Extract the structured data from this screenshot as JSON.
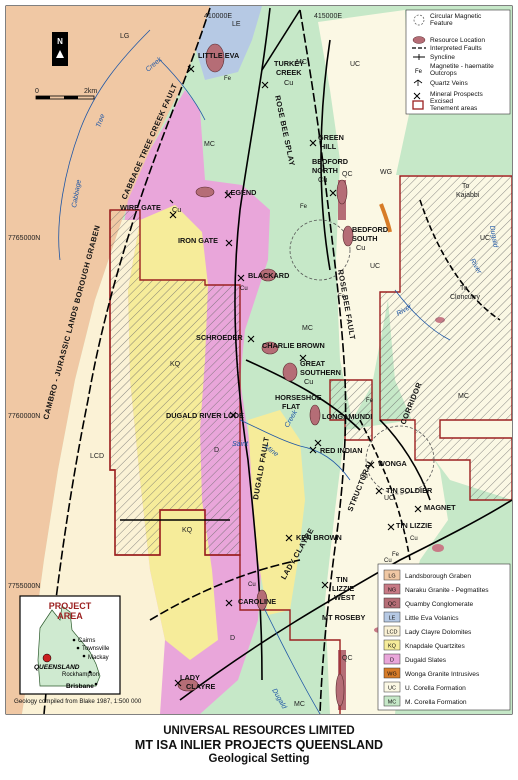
{
  "colors": {
    "LG": "#f0c8a4",
    "NG": "#c87a86",
    "QC": "#b56d76",
    "LE": "#b6c9e4",
    "LCD": "#fbf2d6",
    "KQ": "#f6ec9a",
    "D": "#e9a6da",
    "WG": "#d77c28",
    "UC": "#fbf8e4",
    "MC": "#c6e8c8",
    "tenement": "#9b2020",
    "fault": "#000000"
  },
  "scale": {
    "zero": "0",
    "two": "2km"
  },
  "north_label": "N",
  "coords": {
    "e410": "410000E",
    "e415": "415000E",
    "n7765": "7765000N",
    "n7760": "7760000N",
    "n7755": "7755000N"
  },
  "faults": {
    "cabbage": "CABBAGE TREE CREEK FAULT",
    "cambro": "CAMBRO - JURASSIC LANDS BOROUGH GRABEN",
    "rosebee1": "ROSE BEE SPLAY",
    "rosebee2": "ROSE BEE FAULT",
    "dugald": "DUGALD FAULT",
    "corridor": "CORRIDOR",
    "structural": "STRUCTURAL",
    "ladyclayre": "LADY CLAYRE"
  },
  "water": {
    "creek": "Creek",
    "tree": "Tree",
    "cabbage": "Cabbage",
    "dugald": "Dugald",
    "river": "River",
    "saint": "Saint",
    "mine": "Mine",
    "creek2": "Creek",
    "river2": "River",
    "dugald2": "Dugald"
  },
  "towns": {
    "kajabbi1": "To",
    "kajabbi2": "Kajabbi",
    "cloncurry1": "To",
    "cloncurry2": "Cloncurry"
  },
  "prospects": {
    "little_eva": "LITTLE EVA",
    "turkey1": "TURKEY",
    "turkey2": "CREEK",
    "turkey_cu": "Cu",
    "green1": "GREEN",
    "green2": "HILL",
    "bedford_n1": "BEDFORD",
    "bedford_n2": "NORTH",
    "bedford_n_cu": "Cu",
    "bedford_s1": "BEDFORD",
    "bedford_s2": "SOUTH",
    "bedford_s_cu": "Cu",
    "legend_p": "LEGEND",
    "wire_gate": "WIRE GATE",
    "wire_gate_cu": "Cu",
    "iron_gate": "IRON GATE",
    "blackard": "BLACKARD",
    "schroeder": "SCHROEDER",
    "charlie_brown": "CHARLIE BROWN",
    "great_s1": "GREAT",
    "great_s2": "SOUTHERN",
    "great_s_cu": "Cu",
    "horseshoe1": "HORSESHOE",
    "horseshoe2": "FLAT",
    "dugald_river": "DUGALD RIVER LODE",
    "longamundi": "LONGAMUNDI",
    "red_indian": "RED INDIAN",
    "wonga": "WONGA",
    "tin_soldier": "TIN SOLDIER",
    "magnet": "MAGNET",
    "tin_lizzie": "TIN LIZZIE",
    "ken_brown": "KEN BROWN",
    "tlw1": "TIN",
    "tlw2": "LIZZIE",
    "tlw3": "WEST",
    "mt_roseby": "MT ROSEBY",
    "caroline": "CAROLINE",
    "lady_c1": "LADY",
    "lady_c2": "CLAYRE",
    "fe_1": "Fe",
    "fe_2": "Fe",
    "fe_3": "Fe",
    "fe_4": "Fe",
    "fe_5": "Fe",
    "cu_1": "Cu",
    "cu_2": "Cu",
    "cu_3": "Cu",
    "cu_4": "Cu",
    "cu_5": "Cu"
  },
  "units": {
    "lg": "LG",
    "le": "LE",
    "uc1": "UC",
    "uc2": "UC",
    "uc3": "UC",
    "uc4": "UC",
    "mc1": "MC",
    "mc2": "MC",
    "mc3": "MC",
    "mc4": "MC",
    "mc5": "MC",
    "d1": "D",
    "d2": "D",
    "kq1": "KQ",
    "kq2": "KQ",
    "lcd1": "LCD",
    "wg1": "WG",
    "qc1": "QC",
    "qc2": "QC"
  },
  "legend_top": [
    "Circular Magnetic Feature",
    "Resource Location",
    "Interpreted Faults",
    "Syncline",
    "Magnetite - haematite Outcrops",
    "Quartz Veins",
    "Mineral Prospects",
    "Excised Tenement areas"
  ],
  "legend_top_lines": [
    [
      "Circular Magnetic",
      "Feature"
    ],
    [
      "Resource Location"
    ],
    [
      "Interpreted Faults"
    ],
    [
      "Syncline"
    ],
    [
      "Magnetite - haematite",
      "Outcrops"
    ],
    [
      "Quartz Veins"
    ],
    [
      "Mineral Prospects",
      "Excised"
    ],
    [
      "Tenement areas"
    ]
  ],
  "legend_units": [
    {
      "code": "LG",
      "name": "Landsborough Graben"
    },
    {
      "code": "NG",
      "name": "Naraku Granite - Pegmatites"
    },
    {
      "code": "QC",
      "name": "Quamby Conglomerate"
    },
    {
      "code": "LE",
      "name": "Little Eva Volanics"
    },
    {
      "code": "LCD",
      "name": "Lady Clayre Dolomites"
    },
    {
      "code": "KQ",
      "name": "Knapdale Quartzites"
    },
    {
      "code": "D",
      "name": "Dugald Slates"
    },
    {
      "code": "WG",
      "name": "Wonga Granite Intrusives"
    },
    {
      "code": "UC",
      "name": "U. Corella Formation"
    },
    {
      "code": "MC",
      "name": "M. Corella Formation"
    }
  ],
  "inset": {
    "title1": "PROJECT",
    "title2": "AREA",
    "cairns": "Cairns",
    "townsville": "Townsville",
    "mackay": "Mackay",
    "queensland": "QUEENSLAND",
    "rockhampton": "Rockhampton",
    "brisbane": "Brisbane"
  },
  "source_note": "Geology compiled from Blake 1987, 1:500 000",
  "title": {
    "line1": "UNIVERSAL RESOURCES LIMITED",
    "line2": "MT ISA INLIER PROJECTS QUEENSLAND",
    "line3": "Geological Setting"
  }
}
